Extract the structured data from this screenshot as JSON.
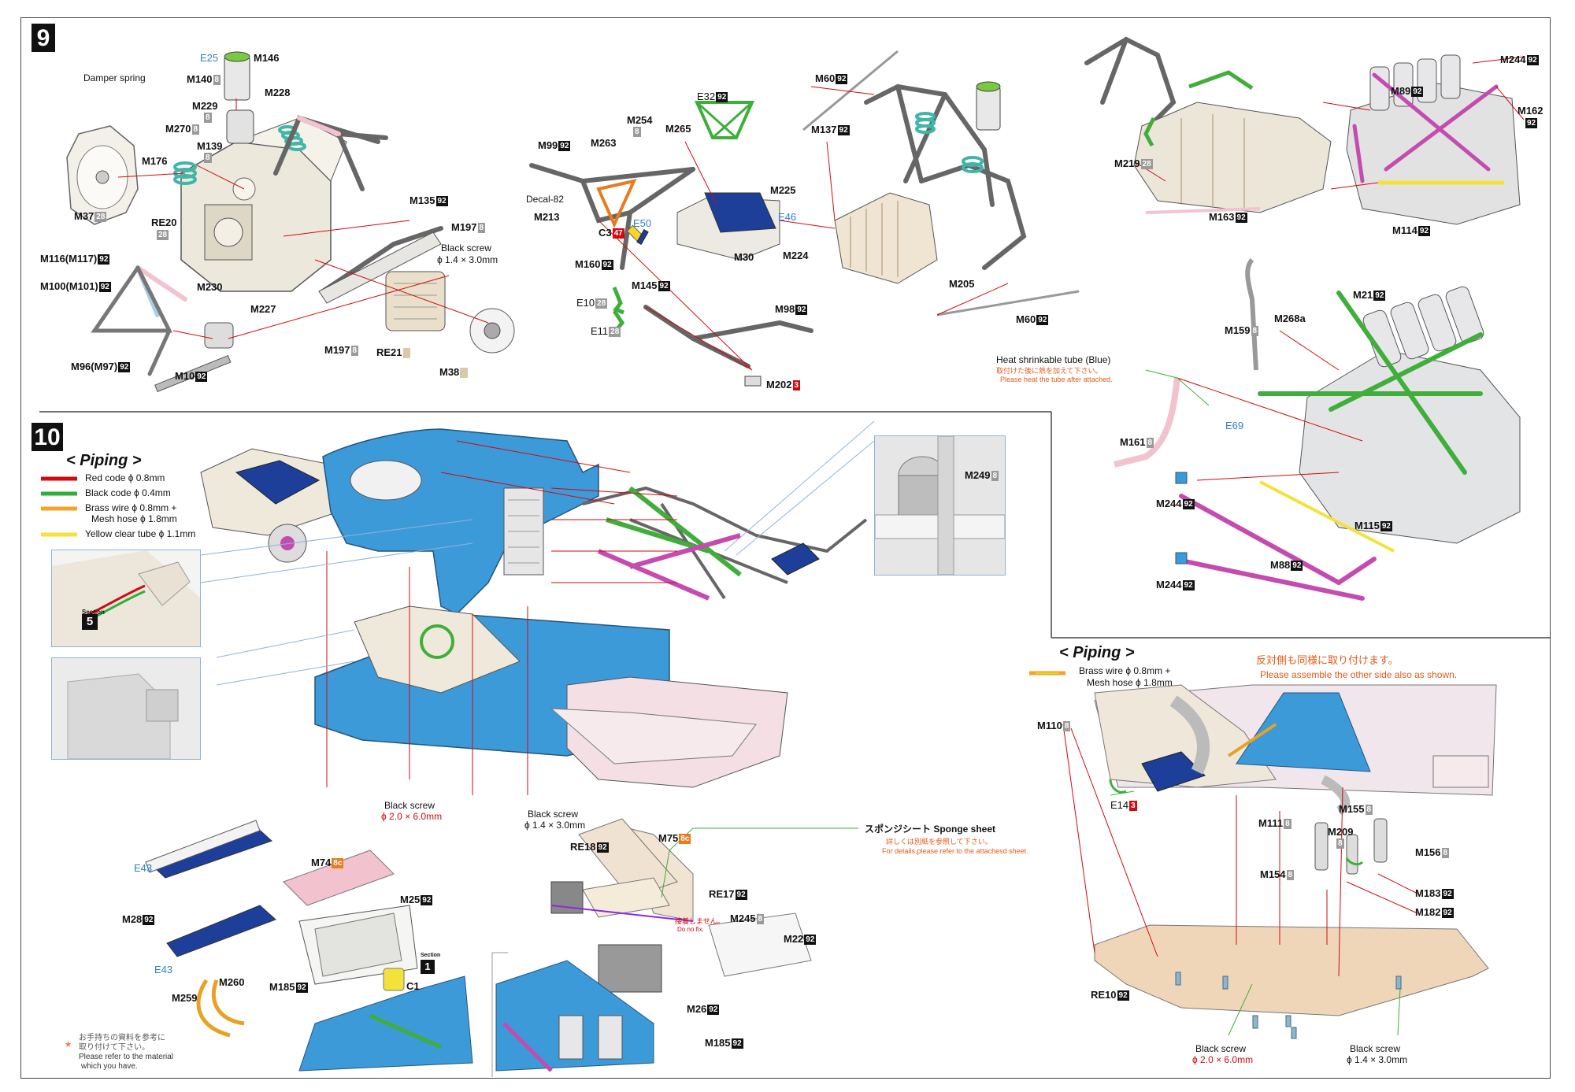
{
  "step9": {
    "number": "9",
    "labels": {
      "e25": "E25",
      "m146": "M146",
      "m140": "M140",
      "m140n": "8",
      "damper_spring": "Damper spring",
      "m229": "M229",
      "m229n": "8",
      "m228": "M228",
      "m270": "M270",
      "m270n": "8",
      "m139": "M139",
      "m139n": "8",
      "m176": "M176",
      "m37": "M37",
      "m37n": "28",
      "re20": "RE20",
      "re20n": "28",
      "m135": "M135",
      "m135n": "92",
      "m197a": "M197",
      "m197an": "8",
      "black_screw_title": "Black screw",
      "black_screw_size": "ϕ 1.4 × 3.0mm",
      "m116": "M116(M117)",
      "m116n": "92",
      "m100": "M100(M101)",
      "m100n": "92",
      "m230": "M230",
      "m227": "M227",
      "m96": "M96(M97)",
      "m96n": "92",
      "m10": "M10",
      "m10n": "92",
      "m197b": "M197",
      "m197bn": "8",
      "re21": "RE21",
      "m38": "M38",
      "e32": "E32",
      "e32n": "92",
      "m60a": "M60",
      "m60an": "92",
      "m99": "M99",
      "m99n": "92",
      "m263": "M263",
      "m254": "M254",
      "m254n": "8",
      "m265": "M265",
      "m137": "M137",
      "m137n": "92",
      "decal82": "Decal-82",
      "m213": "M213",
      "m225": "M225",
      "e46": "E46",
      "c3": "C3",
      "c3n": "47",
      "e50": "E50",
      "m30": "M30",
      "m224": "M224",
      "m160": "M160",
      "m160n": "92",
      "m145": "M145",
      "m145n": "92",
      "m205": "M205",
      "e10": "E10",
      "e10n": "28",
      "e11": "E11",
      "e11n": "28",
      "m98": "M98",
      "m98n": "92",
      "m60b": "M60",
      "m60bn": "92",
      "m202": "M202",
      "m202n": "3",
      "m244a": "M244",
      "m244an": "92",
      "m89": "M89",
      "m89n": "92",
      "m162": "M162",
      "m162n": "92",
      "m219": "M219",
      "m219n": "28",
      "m163": "M163",
      "m163n": "92",
      "m114": "M114",
      "m114n": "92",
      "m21": "M21",
      "m21n": "92",
      "m159": "M159",
      "m159n": "8",
      "m268a": "M268a",
      "heat_shrink": "Heat shrinkable tube (Blue)",
      "heat_shrink_jp": "取付けた後に熱を加えて下さい。",
      "heat_shrink_en": "Please heat the tube after attached.",
      "e69": "E69",
      "m161": "M161",
      "m161n": "8",
      "m244b": "M244",
      "m244bn": "92",
      "m115": "M115",
      "m115n": "92",
      "m88": "M88",
      "m88n": "92",
      "m244c": "M244",
      "m244cn": "92"
    }
  },
  "step10": {
    "number": "10",
    "piping_title": "< Piping >",
    "legend": [
      {
        "text": "Red code ϕ 0.8mm",
        "color": "#d10a10"
      },
      {
        "text": "Black code ϕ 0.4mm",
        "color": "#2fae3a"
      },
      {
        "text": "Brass wire ϕ 0.8mm +",
        "text2": "Mesh hose ϕ 1.8mm",
        "color": "#f2a32a"
      },
      {
        "text": "Yellow clear tube ϕ 1.1mm",
        "color": "#f3e23a"
      }
    ],
    "section5_label": "Section",
    "section5_num": "5",
    "m249": "M249",
    "m249n": "8",
    "black_screw_a_title": "Black screw",
    "black_screw_a_size": "ϕ 2.0 × 6.0mm",
    "black_screw_b_title": "Black screw",
    "black_screw_b_size": "ϕ 1.4 × 3.0mm",
    "sponge": "スポンジシート Sponge sheet",
    "sponge_jp": "詳しくは別紙を参照して下さい。",
    "sponge_en": "For details,please refer to the attachesd sheet.",
    "e43a": "E43",
    "m74": "M74",
    "m74n": "8c",
    "m28": "M28",
    "m28n": "92",
    "m25": "M25",
    "m25n": "92",
    "e43b": "E43",
    "m260": "M260",
    "m259": "M259",
    "m185a": "M185",
    "m185an": "92",
    "section1_label": "Section",
    "section1_num": "1",
    "c1": "C1",
    "note_jp_1": "お手持ちの資料を参考に",
    "note_jp_2": "取り付けて下さい。",
    "note_en_1": "Please refer to the material",
    "note_en_2": "which you have.",
    "re18": "RE18",
    "re18n": "92",
    "m75": "M75",
    "m75n": "8c",
    "re17": "RE17",
    "re17n": "92",
    "no_fix_jp": "接着しません。",
    "no_fix_en": "Do no fix.",
    "m245": "M245",
    "m245n": "8",
    "m22": "M22",
    "m22n": "92",
    "m26": "M26",
    "m26n": "92",
    "m185b": "M185",
    "m185bn": "92"
  },
  "right_lower": {
    "piping_title": "< Piping >",
    "legend_1": "Brass wire ϕ 0.8mm +",
    "legend_2": "Mesh hose ϕ 1.8mm",
    "other_side_jp": "反対側も同様に取り付けます。",
    "other_side_en": "Please assemble the other side also as shown.",
    "m110": "M110",
    "m110n": "8",
    "e14": "E14",
    "e14n": "3",
    "m111": "M111",
    "m111n": "8",
    "m155": "M155",
    "m155n": "8",
    "m209": "M209",
    "m209n": "8",
    "m156": "M156",
    "m156n": "8",
    "m154": "M154",
    "m154n": "8",
    "m183": "M183",
    "m183n": "92",
    "m182": "M182",
    "m182n": "92",
    "re10": "RE10",
    "re10n": "92",
    "black_screw_a_title": "Black screw",
    "black_screw_a_size": "ϕ 2.0 × 6.0mm",
    "black_screw_b_title": "Black screw",
    "black_screw_b_size": "ϕ 1.4 × 3.0mm"
  },
  "colors": {
    "blue_body": "#3d9ad9",
    "red_line": "#d10a10",
    "green_wire": "#3fae3a",
    "magenta": "#c44bb0",
    "pink": "#f2c3cf",
    "cream": "#efe9dc",
    "dark_blue": "#1d3f9a"
  }
}
